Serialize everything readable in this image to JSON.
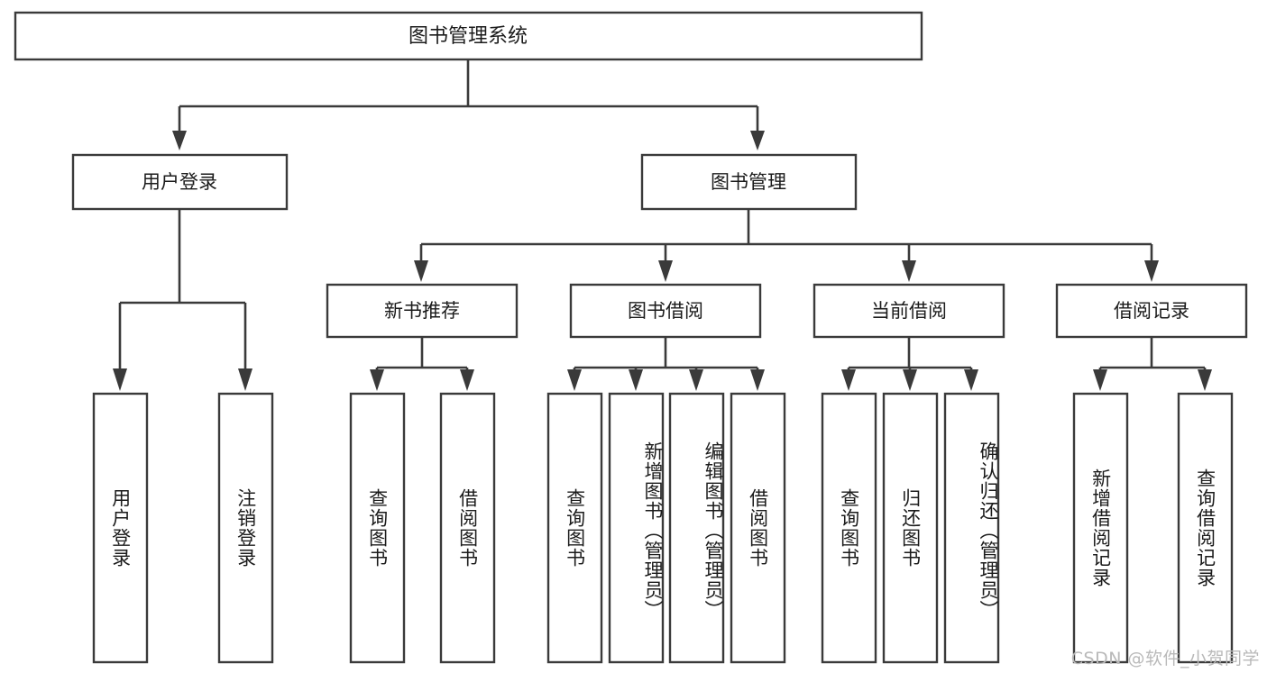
{
  "diagram": {
    "type": "tree",
    "title": "图书管理系统",
    "watermark": "CSDN @软件_小贺同学",
    "style": {
      "box_fill": "#ffffff",
      "box_stroke": "#3a3a3a",
      "connector_color": "#3a3a3a",
      "text_color": "#1b1b1b",
      "watermark_color": "#b9b9b9",
      "background": "#ffffff"
    },
    "root": {
      "label": "图书管理系统"
    },
    "level2": [
      {
        "label": "用户登录"
      },
      {
        "label": "图书管理"
      }
    ],
    "level3": [
      {
        "label": "新书推荐"
      },
      {
        "label": "图书借阅"
      },
      {
        "label": "当前借阅"
      },
      {
        "label": "借阅记录"
      }
    ],
    "leaves": {
      "user_login": [
        {
          "label": "用户登录"
        },
        {
          "label": "注销登录"
        }
      ],
      "new_book_recommend": [
        {
          "label": "查询图书"
        },
        {
          "label": "借阅图书"
        }
      ],
      "book_borrow": [
        {
          "label": "查询图书"
        },
        {
          "label": "新增图书（管理员）"
        },
        {
          "label": "编辑图书（管理员）"
        },
        {
          "label": "借阅图书"
        }
      ],
      "current_borrow": [
        {
          "label": "查询图书"
        },
        {
          "label": "归还图书"
        },
        {
          "label": "确认归还（管理员）"
        }
      ],
      "borrow_record": [
        {
          "label": "新增借阅记录"
        },
        {
          "label": "查询借阅记录"
        }
      ]
    }
  }
}
